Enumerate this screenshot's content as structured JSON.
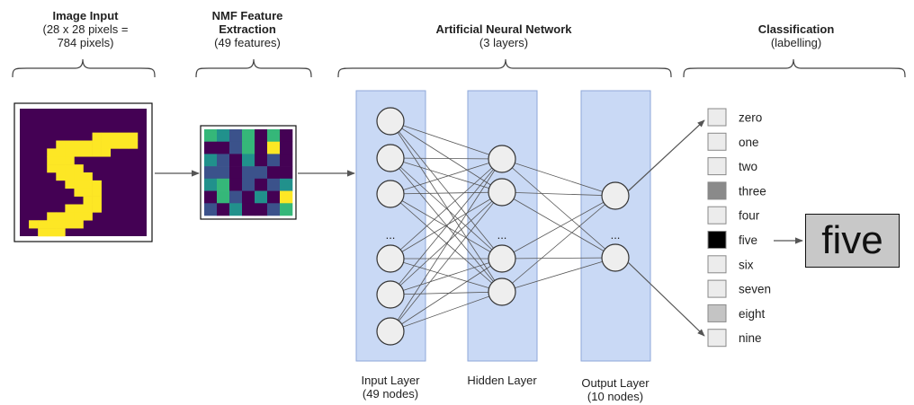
{
  "sections": [
    {
      "id": "image_input",
      "title": "Image Input",
      "subtitle": "(28 x 28 pixels =\n784 pixels)"
    },
    {
      "id": "nmf",
      "title": "NMF Feature\nExtraction",
      "subtitle": "(49 features)"
    },
    {
      "id": "ann",
      "title": "Artificial Neural Network",
      "subtitle": "(3 layers)"
    },
    {
      "id": "classification",
      "title": "Classification",
      "subtitle": "(labelling)"
    }
  ],
  "layers": [
    {
      "name": "Input Layer",
      "detail": "(49 nodes)"
    },
    {
      "name": "Hidden Layer",
      "detail": ""
    },
    {
      "name": "Output Layer",
      "detail": "(10 nodes)"
    }
  ],
  "ellipsis": "...",
  "classes": [
    {
      "label": "zero",
      "shade": "#ececec"
    },
    {
      "label": "one",
      "shade": "#ececec"
    },
    {
      "label": "two",
      "shade": "#ececec"
    },
    {
      "label": "three",
      "shade": "#8a8a8a"
    },
    {
      "label": "four",
      "shade": "#ececec"
    },
    {
      "label": "five",
      "shade": "#000000"
    },
    {
      "label": "six",
      "shade": "#ececec"
    },
    {
      "label": "seven",
      "shade": "#ececec"
    },
    {
      "label": "eight",
      "shade": "#c4c4c4"
    },
    {
      "label": "nine",
      "shade": "#ececec"
    }
  ],
  "result": "five",
  "colors": {
    "layer_fill": "#c9d9f5",
    "layer_stroke": "#8ea7d9",
    "viridis_dark": "#440154",
    "viridis_yellow": "#fde725",
    "viridis_green": "#35b779",
    "viridis_teal": "#21918c",
    "viridis_blue": "#3b528b"
  },
  "digit_grid": [
    "..............",
    "..............",
    "..............",
    "........yyyyy.",
    "....yyyyyyyyy.",
    "...yyyyyyy....",
    "...yyy........",
    "...yyyy.......",
    "....yyyy......",
    ".....yyyy.....",
    "......yyy.....",
    ".......yy.....",
    ".....yyyy.....",
    "...yyyyy......",
    ".yyyyyy.......",
    "..yyy........."
  ],
  "nmf_grid": [
    "gtbgdgd",
    "ddbgdyd",
    "tbdtdbd",
    "bbdbbdd",
    "tgdbdbt",
    "dgbdtdy",
    "bdtddbg"
  ]
}
